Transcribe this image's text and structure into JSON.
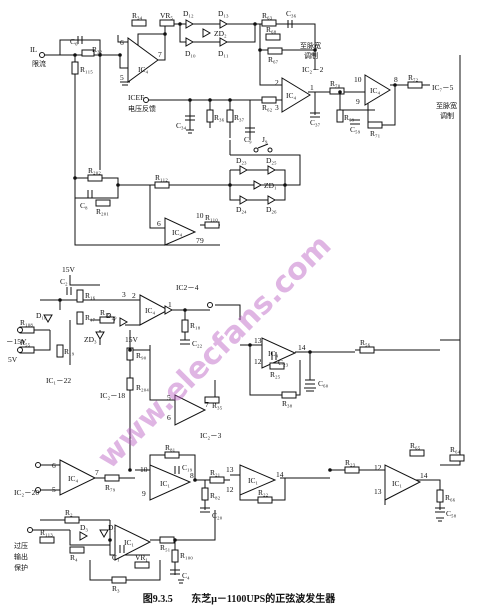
{
  "caption": {
    "figure_number": "图9.3.5",
    "title": "东芝μ－1100UPS的正弦波发生器"
  },
  "watermark": "www.elecfans.com",
  "labels": {
    "il": "IL",
    "limit": "限流",
    "icef": "ICEF",
    "voltage_feedback": "电压反馈",
    "to_pwm_1": "至脉宽",
    "to_pwm_1b": "调制",
    "ic2_2": "IC₂－2",
    "to_pwm_2": "至脉宽",
    "to_pwm_2b": "调制",
    "ic7_5": "IC₇－5",
    "v15_top": "15V",
    "v15_mid": "15V",
    "vneg15": "－15V",
    "v5": "5V",
    "ic1_22": "IC₁－22",
    "ic2_18": "IC₂－18",
    "ic2_4": "IC2－4",
    "ic2_3": "IC₂－3",
    "ic2_20": "IC₂－20",
    "overvoltage": "过压",
    "output": "输出",
    "protect": "保护"
  },
  "components": {
    "c6": "C₆",
    "r32": "R₃₂",
    "r115": "R₁₁₅",
    "r34": "R₃₄",
    "vr5": "VR₅",
    "d12": "D₁₂",
    "d13": "D₁₃",
    "zd2": "ZD₂",
    "d10": "D₁₀",
    "d11": "D₁₁",
    "r63": "R₆₃",
    "c36": "C₃₆",
    "r68": "R₆₈",
    "r67": "R₆₇",
    "ic4_top": "IC₄",
    "ic4_mid": "IC₄",
    "ic4_right": "IC₄",
    "c34": "C₃₄",
    "r36": "R₃₆",
    "r37": "R₃₇",
    "c9": "C₉",
    "r62": "R₆₂",
    "c37": "C₃₇",
    "r70": "R₇₀",
    "r69": "R₆₉",
    "c59": "C₅₉",
    "r71": "R₇₁",
    "r72": "R₇₂",
    "j9": "J₉",
    "r202": "R₂₀₂",
    "c8": "C₈",
    "r201": "R₂₀₁",
    "r112": "R₁₁₂",
    "d23": "D₂₃",
    "d25": "D₂₅",
    "zd1": "ZD₁",
    "d24": "D₂₄",
    "d26": "D₂₆",
    "ic4_low": "IC₄",
    "r110": "R₁₁₀",
    "c2": "C₂",
    "r16": "R₁₆",
    "r17": "R₁₇",
    "r108": "R₁₀₈",
    "d18": "D₁₈",
    "r55": "R₅₅",
    "r19": "R₁₉",
    "r15": "R₁₅",
    "d29": "D₂₉",
    "zd3": "ZD₃",
    "ic4_sine": "IC₄",
    "r18": "R₁₈",
    "c22": "C₂₂",
    "r90": "R₉₀",
    "r204": "R₂₀₄",
    "r35": "R₃₅",
    "ic2_out": "IC₄",
    "r25": "R₂₅",
    "c23": "C₂₃",
    "r38": "R₃₈",
    "r56": "R₅₆",
    "c60": "C₆₀",
    "ic_a": "IC₄",
    "r79": "R₇₉",
    "r81": "R₈₁",
    "c19": "C₁₉",
    "ic1": "IC₁",
    "r82": "R₈₂",
    "c20": "C₂₀",
    "r21": "R₂₁",
    "r22": "R₂₂",
    "ic_b": "IC₁",
    "r23": "R₂₃",
    "r65": "R₆₅",
    "r64": "R₆₄",
    "ic_c": "IC₁",
    "r66": "R₆₆",
    "c58": "C₅₈",
    "r2": "R₂",
    "r113": "R₁₁₃",
    "d3": "D₃",
    "r4": "R₄",
    "d1": "D₁",
    "c1": "C₁",
    "vr1": "VR₁",
    "r3": "R₃",
    "ic_d": "IC₁",
    "r51": "R₅₁",
    "r100": "R₁₀₀",
    "c4": "C₄"
  },
  "pins": {
    "p6a": "6",
    "p5a": "5",
    "p7a": "7",
    "p2b": "2",
    "p3b": "3",
    "p1b": "1",
    "p10c": "10",
    "p9c": "9",
    "p8c": "8",
    "p6d": "6",
    "p7d": "7",
    "p10d": "10",
    "p9d": "9",
    "p2e": "2",
    "p3e": "3",
    "p1e": "1",
    "p13f": "13",
    "p12f": "12",
    "p14f": "14",
    "p5g": "5",
    "p6g": "6",
    "p7g": "7",
    "p6h": "6",
    "p5h": "5",
    "p7h": "7",
    "p10i": "10",
    "p9i": "9",
    "p8i": "8",
    "p13j": "13",
    "p12j": "12",
    "p14j": "14",
    "p12k": "12",
    "p13k": "13",
    "p14k": "14"
  }
}
